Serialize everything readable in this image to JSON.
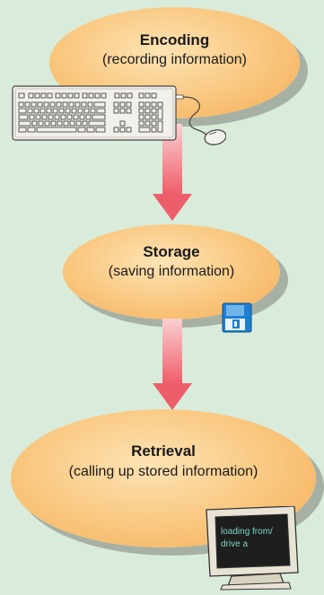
{
  "stages": {
    "encoding": {
      "title": "Encoding",
      "subtitle": "(recording information)"
    },
    "storage": {
      "title": "Storage",
      "subtitle": "(saving information)"
    },
    "retrieval": {
      "title": "Retrieval",
      "subtitle": "(calling up stored information)"
    }
  },
  "monitor": {
    "line1": "loading from/",
    "line2": "drive a"
  },
  "icons": [
    "keyboard-icon",
    "mouse-icon",
    "floppy-disk-icon",
    "monitor-icon"
  ],
  "colors": {
    "background": "#d9ecdc",
    "ellipse": "#f9c67d",
    "arrow": "#f0707a",
    "screen": "#1e1e1e",
    "disk": "#1e7fd0"
  }
}
